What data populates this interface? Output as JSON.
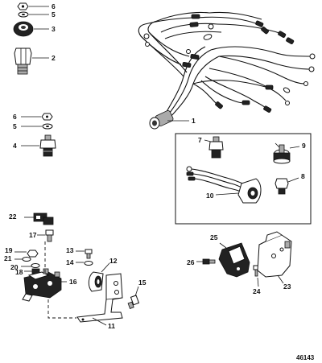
{
  "figure": {
    "reference_number": "46143"
  },
  "callouts": [
    {
      "id": "c6a",
      "label": "6"
    },
    {
      "id": "c5a",
      "label": "5"
    },
    {
      "id": "c3",
      "label": "3"
    },
    {
      "id": "c2",
      "label": "2"
    },
    {
      "id": "c1",
      "label": "1"
    },
    {
      "id": "c6b",
      "label": "6"
    },
    {
      "id": "c5b",
      "label": "5"
    },
    {
      "id": "c4",
      "label": "4"
    },
    {
      "id": "c7",
      "label": "7"
    },
    {
      "id": "c9",
      "label": "9"
    },
    {
      "id": "c8",
      "label": "8"
    },
    {
      "id": "c10",
      "label": "10"
    },
    {
      "id": "c22",
      "label": "22"
    },
    {
      "id": "c17",
      "label": "17"
    },
    {
      "id": "c19",
      "label": "19"
    },
    {
      "id": "c21",
      "label": "21"
    },
    {
      "id": "c20",
      "label": "20"
    },
    {
      "id": "c18",
      "label": "18"
    },
    {
      "id": "c16",
      "label": "16"
    },
    {
      "id": "c13",
      "label": "13"
    },
    {
      "id": "c14",
      "label": "14"
    },
    {
      "id": "c12",
      "label": "12"
    },
    {
      "id": "c15",
      "label": "15"
    },
    {
      "id": "c11",
      "label": "11"
    },
    {
      "id": "c25",
      "label": "25"
    },
    {
      "id": "c26",
      "label": "26"
    },
    {
      "id": "c24",
      "label": "24"
    },
    {
      "id": "c23",
      "label": "23"
    }
  ]
}
